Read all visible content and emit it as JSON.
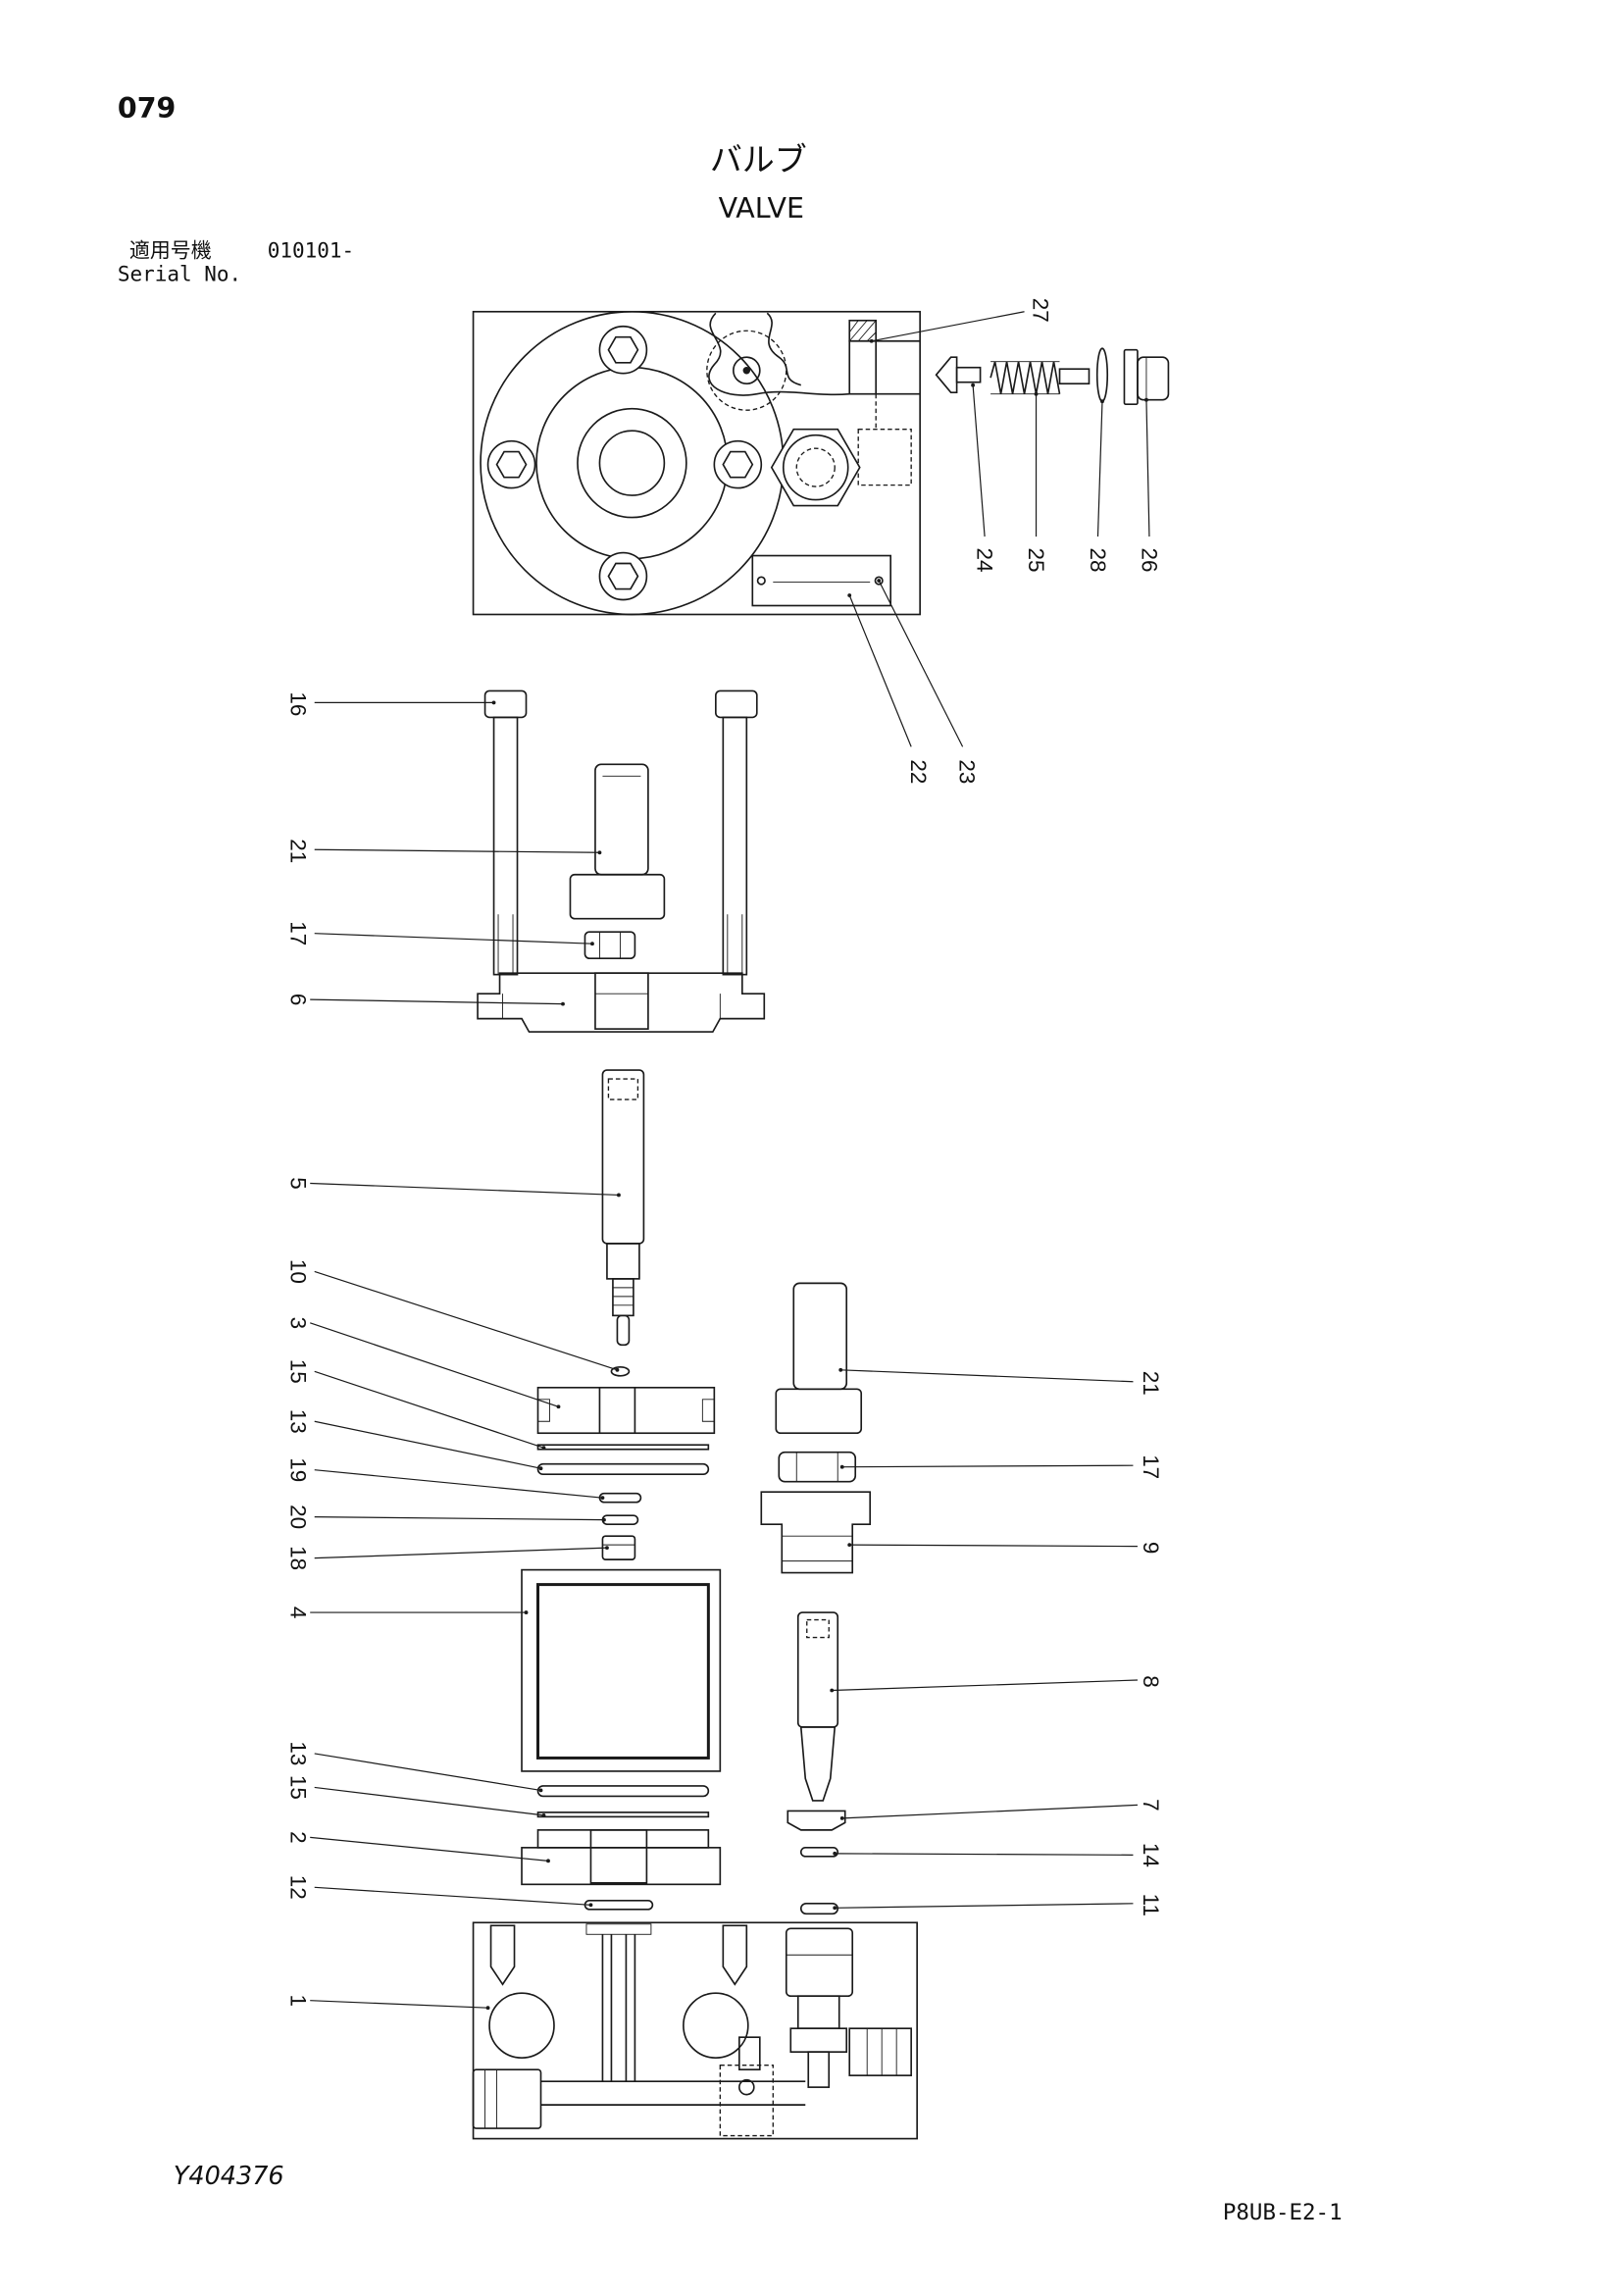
{
  "page_number": "079",
  "title_jp": "バルブ",
  "title_en": "VALVE",
  "serial": {
    "label_jp": "適用号機",
    "value": "010101-",
    "label_en": "Serial No."
  },
  "drawing_number": "Y404376",
  "sheet_code": "P8UB-E2-1",
  "callouts": [
    "27",
    "24",
    "25",
    "28",
    "26",
    "22",
    "23",
    "16",
    "21",
    "17",
    "6",
    "5",
    "10",
    "3",
    "15",
    "13",
    "19",
    "20",
    "18",
    "4",
    "13",
    "15",
    "2",
    "12",
    "1",
    "21",
    "17",
    "9",
    "8",
    "7",
    "14",
    "11"
  ]
}
